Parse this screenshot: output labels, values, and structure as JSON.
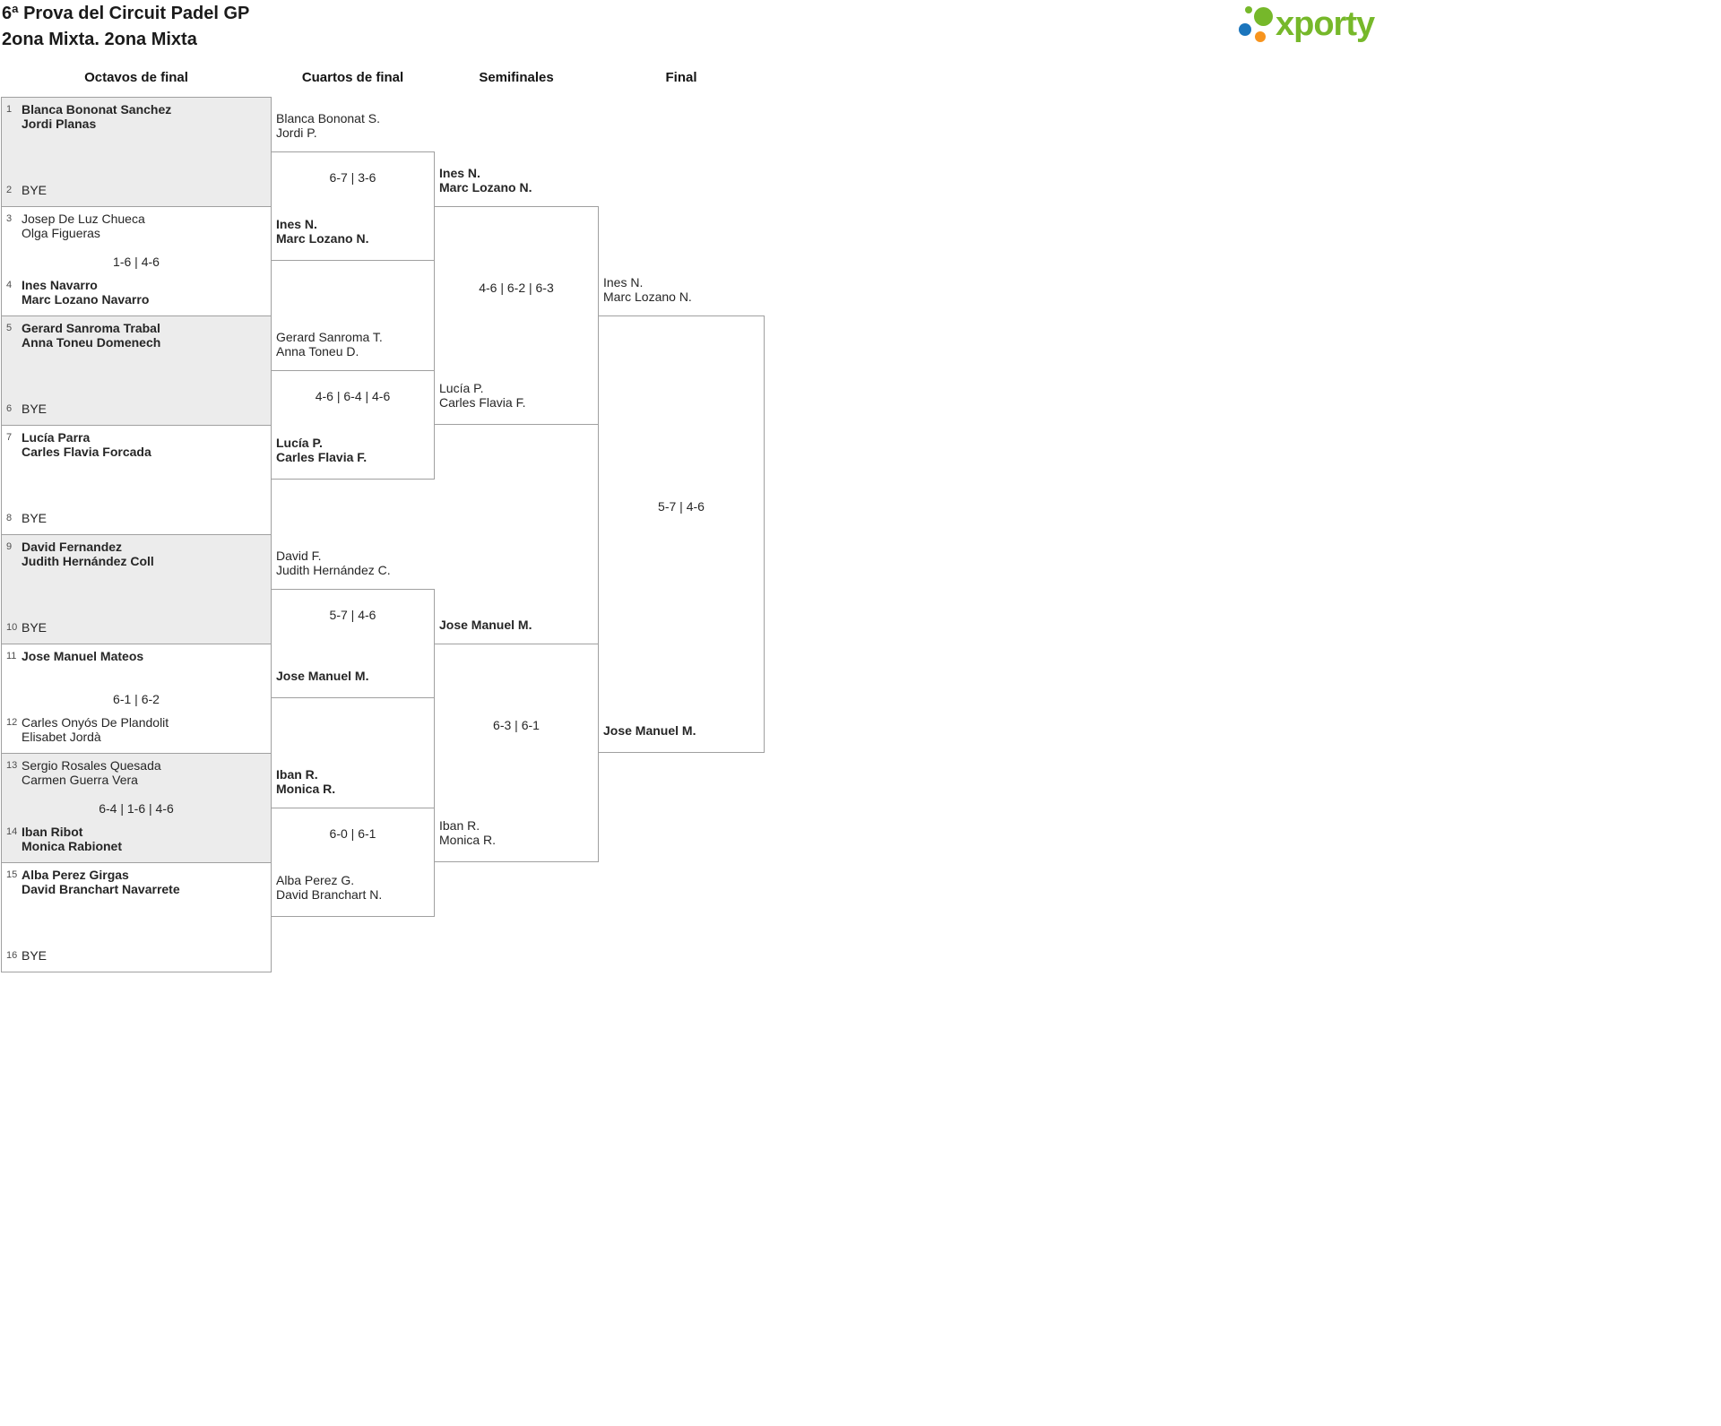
{
  "header": {
    "title": "6ª Prova del Circuit Padel GP",
    "subtitle": "2ona Mixta. 2ona Mixta",
    "logo_text": "xporty"
  },
  "colors": {
    "brand_green": "#76b82a",
    "brand_blue": "#1b75bc",
    "brand_orange": "#f7941e",
    "shaded_box": "#ececec",
    "box_border": "#a0a0a0"
  },
  "rounds": [
    "Octavos de final",
    "Cuartos de final",
    "Semifinales",
    "Final"
  ],
  "r1": [
    {
      "score": "",
      "top": {
        "seed": "1",
        "name1": "Blanca Bononat Sanchez",
        "name2": "Jordi Planas",
        "bold": true
      },
      "bottom": {
        "seed": "2",
        "name1": "BYE",
        "name2": "",
        "bold": false
      }
    },
    {
      "score": "1-6 | 4-6",
      "top": {
        "seed": "3",
        "name1": "Josep De Luz Chueca",
        "name2": "Olga Figueras",
        "bold": false
      },
      "bottom": {
        "seed": "4",
        "name1": "Ines Navarro",
        "name2": "Marc Lozano Navarro",
        "bold": true
      }
    },
    {
      "score": "",
      "top": {
        "seed": "5",
        "name1": "Gerard Sanroma Trabal",
        "name2": "Anna Toneu Domenech",
        "bold": true
      },
      "bottom": {
        "seed": "6",
        "name1": "BYE",
        "name2": "",
        "bold": false
      }
    },
    {
      "score": "",
      "top": {
        "seed": "7",
        "name1": "Lucía Parra",
        "name2": "Carles Flavia Forcada",
        "bold": true
      },
      "bottom": {
        "seed": "8",
        "name1": "BYE",
        "name2": "",
        "bold": false
      }
    },
    {
      "score": "",
      "top": {
        "seed": "9",
        "name1": "David Fernandez",
        "name2": "Judith Hernández Coll",
        "bold": true
      },
      "bottom": {
        "seed": "10",
        "name1": "BYE",
        "name2": "",
        "bold": false
      }
    },
    {
      "score": "6-1 | 6-2",
      "top": {
        "seed": "11",
        "name1": "Jose Manuel Mateos",
        "name2": "",
        "bold": true
      },
      "bottom": {
        "seed": "12",
        "name1": "Carles Onyós De Plandolit",
        "name2": "Elisabet Jordà",
        "bold": false
      }
    },
    {
      "score": "6-4 | 1-6 | 4-6",
      "top": {
        "seed": "13",
        "name1": "Sergio Rosales Quesada",
        "name2": "Carmen Guerra Vera",
        "bold": false
      },
      "bottom": {
        "seed": "14",
        "name1": "Iban Ribot",
        "name2": "Monica Rabionet",
        "bold": true
      }
    },
    {
      "score": "",
      "top": {
        "seed": "15",
        "name1": "Alba Perez Girgas",
        "name2": "David Branchart Navarrete",
        "bold": true
      },
      "bottom": {
        "seed": "16",
        "name1": "BYE",
        "name2": "",
        "bold": false
      }
    }
  ],
  "qf": [
    {
      "score": "6-7 | 3-6",
      "top": {
        "name1": "Blanca Bononat S.",
        "name2": "Jordi P.",
        "bold": false
      },
      "bottom": {
        "name1": "Ines N.",
        "name2": "Marc Lozano N.",
        "bold": true
      }
    },
    {
      "score": "4-6 | 6-4 | 4-6",
      "top": {
        "name1": "Gerard Sanroma T.",
        "name2": "Anna Toneu D.",
        "bold": false
      },
      "bottom": {
        "name1": "Lucía P.",
        "name2": "Carles Flavia F.",
        "bold": true
      }
    },
    {
      "score": "5-7 | 4-6",
      "top": {
        "name1": "David F.",
        "name2": "Judith Hernández C.",
        "bold": false
      },
      "bottom": {
        "name1": "Jose Manuel M.",
        "name2": "",
        "bold": true
      }
    },
    {
      "score": "6-0 | 6-1",
      "top": {
        "name1": "Iban R.",
        "name2": "Monica R.",
        "bold": true
      },
      "bottom": {
        "name1": "Alba Perez G.",
        "name2": "David Branchart N.",
        "bold": false
      }
    }
  ],
  "sf": [
    {
      "score": "4-6 | 6-2 | 6-3",
      "top": {
        "name1": "Ines N.",
        "name2": "Marc Lozano N.",
        "bold": true
      },
      "bottom": {
        "name1": "Lucía P.",
        "name2": "Carles Flavia F.",
        "bold": false
      }
    },
    {
      "score": "6-3 | 6-1",
      "top": {
        "name1": "Jose Manuel M.",
        "name2": "",
        "bold": true
      },
      "bottom": {
        "name1": "Iban R.",
        "name2": "Monica R.",
        "bold": false
      }
    }
  ],
  "fin": {
    "score": "5-7 | 4-6",
    "top": {
      "name1": "Ines N.",
      "name2": "Marc Lozano N.",
      "bold": false
    },
    "bottom": {
      "name1": "Jose Manuel M.",
      "name2": "",
      "bold": true
    }
  }
}
